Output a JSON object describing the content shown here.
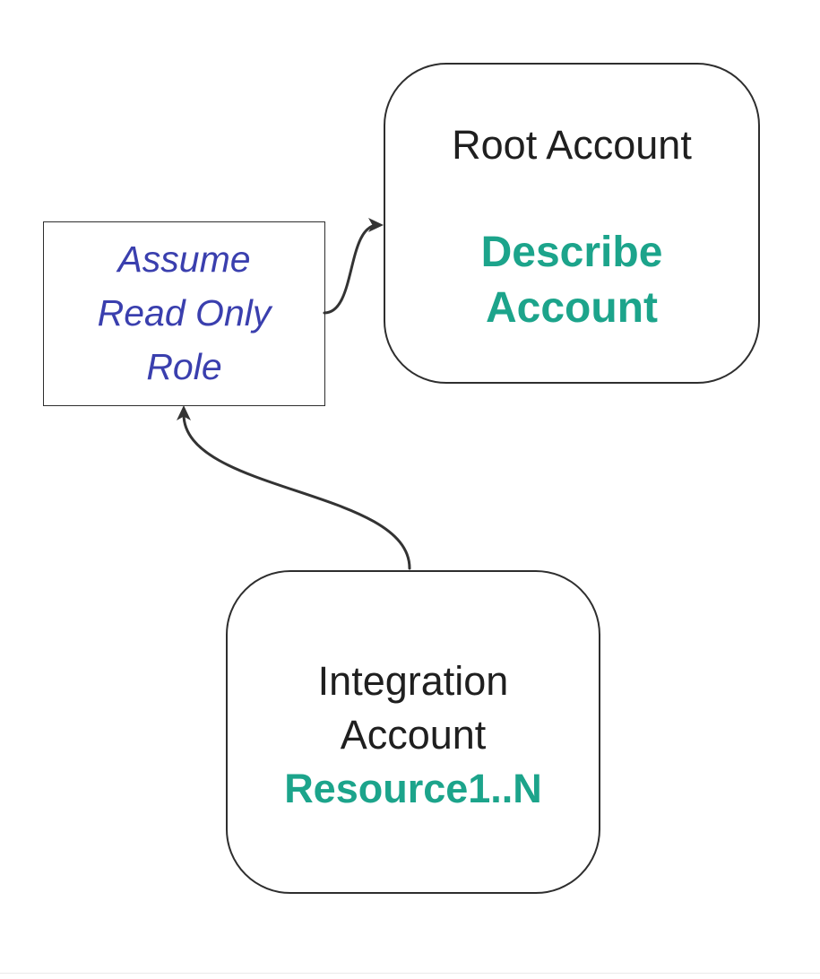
{
  "diagram": {
    "nodes": {
      "root": {
        "title": "Root Account",
        "action_line1": "Describe",
        "action_line2": "Account"
      },
      "assume_role": {
        "line1": "Assume",
        "line2": "Read Only",
        "line3": "Role"
      },
      "integration": {
        "line1": "Integration",
        "line2": "Account",
        "resources": "Resource1..N"
      }
    },
    "connectors": [
      {
        "name": "assume-role-to-root-account",
        "from": "Assume Read Only Role",
        "to": "Root Account",
        "arrow": "into left edge of Root Account"
      },
      {
        "name": "integration-to-assume-role",
        "from": "Integration Account",
        "to": "Assume Read Only Role",
        "arrow": "into bottom edge of Assume Read Only Role"
      }
    ],
    "colors": {
      "action_teal": "#1ca48b",
      "role_blue": "#3a3fae",
      "node_text": "#1f1f1f",
      "node_border": "#2e2e2e",
      "line": "#333333",
      "footer_divider": "#eaeaea",
      "background": "#ffffff"
    }
  }
}
